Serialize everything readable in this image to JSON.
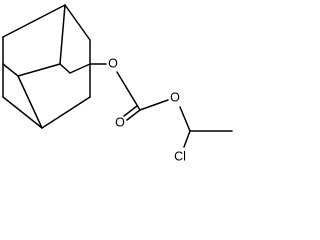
{
  "molecule": {
    "atoms": {
      "ester_oxygen": "O",
      "bridge_oxygen": "O",
      "carbonyl_oxygen": "O",
      "chlorine": "Cl"
    }
  }
}
